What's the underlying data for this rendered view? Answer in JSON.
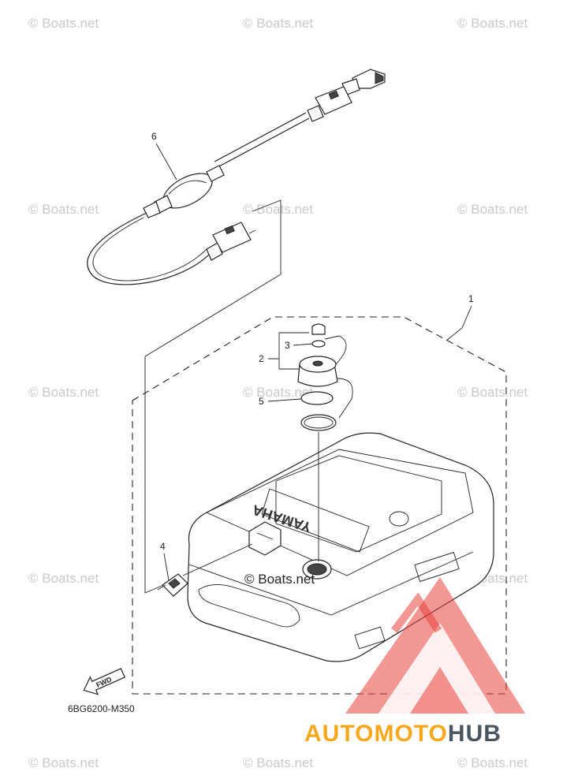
{
  "diagram": {
    "part_code": "6BG6200-M350",
    "fwd_label": "FWD",
    "tank_brand": "YAMAHA",
    "callouts": [
      "1",
      "2",
      "3",
      "4",
      "5",
      "6"
    ]
  },
  "watermark": {
    "text": "© Boats.net",
    "center_text": "© Boats.net"
  },
  "logo": {
    "part1": "AUTO",
    "part2": "MOTO",
    "part3": "HUB",
    "color_orange": "#f6a81c",
    "color_dark": "#4a5560",
    "color_triangle": "#e8413c"
  }
}
